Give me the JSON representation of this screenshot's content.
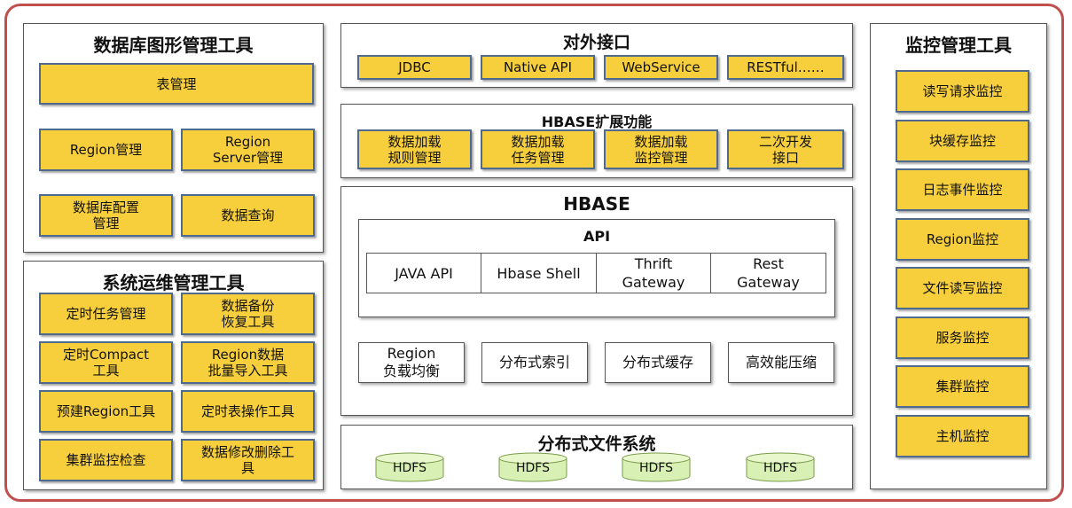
{
  "db_tool": {
    "title": "数据库图形管理工具",
    "items": [
      "表管理",
      "Region管理",
      "Region\nServer管理",
      "数据库配置\n管理",
      "数据查询"
    ]
  },
  "ops_tool": {
    "title": "系统运维管理工具",
    "items": [
      "定时任务管理",
      "数据备份\n恢复工具",
      "定时Compact\n工具",
      "Region数据\n批量导入工具",
      "预建Region工具",
      "定时表操作工具",
      "集群监控检查",
      "数据修改删除工\n具"
    ]
  },
  "external_api": {
    "title": "对外接口",
    "items": [
      "JDBC",
      "Native API",
      "WebService",
      "RESTful……"
    ]
  },
  "hbase_ext": {
    "title": "HBASE扩展功能",
    "items": [
      "数据加载\n规则管理",
      "数据加载\n任务管理",
      "数据加载\n监控管理",
      "二次开发\n接口"
    ]
  },
  "hbase": {
    "title": "HBASE",
    "api_title": "API",
    "api_items": [
      "JAVA API",
      "Hbase Shell",
      "Thrift\nGateway",
      "Rest\nGateway"
    ],
    "features": [
      "Region\n负载均衡",
      "分布式索引",
      "分布式缓存",
      "高效能压缩"
    ]
  },
  "dfs": {
    "title": "分布式文件系统",
    "nodes": [
      "HDFS",
      "HDFS",
      "HDFS",
      "HDFS"
    ]
  },
  "monitor": {
    "title": "监控管理工具",
    "items": [
      "读写请求监控",
      "块缓存监控",
      "日志事件监控",
      "Region监控",
      "文件读写监控",
      "服务监控",
      "集群监控",
      "主机监控"
    ]
  }
}
